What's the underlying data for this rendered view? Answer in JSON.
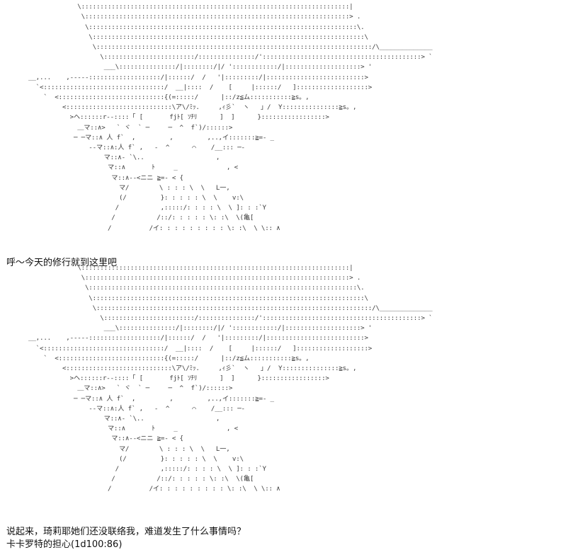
{
  "ascii_art": {
    "top": "                  ,. ..,,, .,,      ,,                                            ____ ___\n                   \\:::::::::::::::::::::::::::::::::::::::::::::::::::::::::::::::::::::::|\n                    \\::::::::::::::::::::::::::::::::::::::::::::::::::::::::::::::::::::::> .\n                     \\:::::::::::::::::::::::::::::::::::::::::::::::::::::::::::::::::::::::\\.\n                      \\::::::::::::::::::::::::::::::::::::::::::::::::::::::::::::::::::::::::\\\n                       \\:::::::::::::::::::::::::::::::::::::::::::::::::::::::::::::::::::::::::/\\______________\n                         \\::::::::::::::::::::::::/:::::::::::::::/'::::::::::::::::::::::::::::::::::::::::::> `\n                          ___\\:::::::::::::::/|::::::::/|/ '::::::::::::/|::::::::::::::::::::> '\n      __,...    ,-----:::::::::::::::::::/|::::::/  /   '|:::::::::/|::::::::::::::::::::::::::>\n        `<::::::::::::::::::::::::::::::::/  __|::::  /    [     |::::::/   ]:::::::::::::::::::>\n          `  <::::::::::::::::::::::::::::{(=:::::/      |::/z≦ム:::::::::::≧s。,\n               <::::::::::::::::::::::::::::\\ア\\/ﾐｯ.     ,ｨ彡`  ヽ   」/  Y:::::::::::::::≧s。,\n                 >ヘ::::::r--::::「 [       fjﾄ[ ｿﾁﾘ      ]  ]      }:::::::::::::::::>\n                   ＿マ::∧>   ` ヾ  ` ─     ─  ^  f`)/::::::>\n                  ─ ─マ::∧ 人 f`  ,         ,         ,..,イ:::::::≧=- _\n                      --マ::∧:人 f` ,   -  ^      ⌒    /__::: ─‐\n                          マ::∧- `\\..                   ,\n                           マ::∧       ﾄ     _             , <\n                            マ::∧--<ニニ ≧=- < {\n                              マ/        \\ : : : \\  \\   L一,\n                              (/         }: : : : : \\  \\    v:\\\n                             /           ,:::::/: : : : \\  \\ ]: : :`Y\n                            /           /::/: : : : : \\: :\\  \\(亀[\n                           /          /イ: : : : : : : : : \\: :\\  \\ \\:: ∧",
    "bottom": "                   \\:::::::::::::::::::::::::::::::::::::::::::::::::::::::::::::::::::::::|\n                    \\::::::::::::::::::::::::::::::::::::::::::::::::::::::::::::::::::::::> .\n                     \\:::::::::::::::::::::::::::::::::::::::::::::::::::::::::::::::::::::::\\.\n                      \\::::::::::::::::::::::::::::::::::::::::::::::::::::::::::::::::::::::::\\\n                       \\:::::::::::::::::::::::::::::::::::::::::::::::::::::::::::::::::::::::::/\\______________\n                         \\::::::::::::::::::::::::/:::::::::::::::/'::::::::::::::::::::::::::::::::::::::::::> `\n                          ___\\:::::::::::::::/|::::::::/|/ '::::::::::::/|::::::::::::::::::::> '\n      __,...    ,-----:::::::::::::::::::/|::::::/  /   '|:::::::::/|::::::::::::::::::::::::::>\n        `<::::::::::::::::::::::::::::::::/  __|::::  /    [     |::::::/   ]:::::::::::::::::::>\n          `  <::::::::::::::::::::::::::::{(=:::::/      |::/z≦ム:::::::::::≧s。,\n               <::::::::::::::::::::::::::::\\ア\\/ﾐｯ.     ,ｨ彡`  ヽ   」/  Y:::::::::::::::≧s。,\n                 >ヘ::::::r--::::「 [       fjﾄ[ ｿﾁﾘ      ]  ]      }:::::::::::::::::>\n                   ＿マ::∧>   ` ヾ  ` ─     ─  ^  f`)/::::::>\n                  ─ ─マ::∧ 人 f`  ,         ,         ,..,イ:::::::≧=- _\n                      --マ::∧:人 f` ,   -  ^      ⌒    /__::: ─‐\n                          マ::∧- `\\..                   ,\n                           マ::∧       ﾄ     _             , <\n                            マ::∧--<ニニ ≧=- < {\n                              マ/        \\ : : : \\  \\   L一,\n                              (/         }: : : : : \\  \\    v:\\\n                             /           ,:::::/: : : : \\  \\ ]: : :`Y\n                            /           /::/: : : : : \\: :\\  \\(亀[\n                           /          /イ: : : : : : : : : \\: :\\  \\ \\:: ∧"
  },
  "captions": {
    "line1": "呼～今天的修行就到这里吧",
    "line2": "说起来，琦莉耶她们还没联络我，难道发生了什么事情吗？",
    "line3": "卡卡罗特的担心(1d100:86)"
  }
}
